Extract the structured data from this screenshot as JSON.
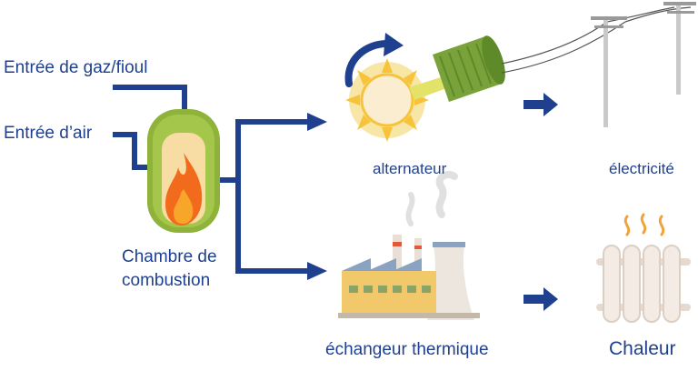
{
  "labels": {
    "gas_inlet": "Entrée de gaz/fioul",
    "air_inlet": "Entrée d’air",
    "chamber_line1": "Chambre de",
    "chamber_line2": "combustion",
    "alternator": "alternateur",
    "electricity": "électricité",
    "heat_exchanger": "échangeur thermique",
    "heat": "Chaleur"
  },
  "colors": {
    "text": "#1f3f8f",
    "pipe": "#1f3f8f",
    "chamber_outer": "#8fb33a",
    "chamber_inner": "#f7dca4",
    "flame": "#f26b1d",
    "sun": "#f7c33a",
    "alternator_body": "#7aa23a",
    "radiator": "#e9ddd3"
  },
  "icons": [
    "combustion-chamber-icon",
    "flame-icon",
    "rotation-arrow-icon",
    "sun-icon",
    "alternator-icon",
    "power-line-icon",
    "factory-icon",
    "radiator-icon",
    "heat-wave-icon"
  ]
}
